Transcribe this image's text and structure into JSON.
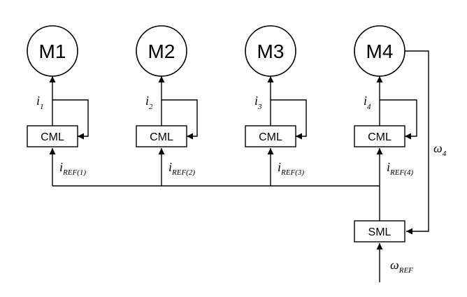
{
  "motors": [
    {
      "label": "M1",
      "current": {
        "symbol": "i",
        "sub": "1"
      },
      "controller": "CML",
      "reference": {
        "symbol": "i",
        "sub": "REF(1)"
      }
    },
    {
      "label": "M2",
      "current": {
        "symbol": "i",
        "sub": "2"
      },
      "controller": "CML",
      "reference": {
        "symbol": "i",
        "sub": "REF(2)"
      }
    },
    {
      "label": "M3",
      "current": {
        "symbol": "i",
        "sub": "3"
      },
      "controller": "CML",
      "reference": {
        "symbol": "i",
        "sub": "REF(3)"
      }
    },
    {
      "label": "M4",
      "current": {
        "symbol": "i",
        "sub": "4"
      },
      "controller": "CML",
      "reference": {
        "symbol": "i",
        "sub": "REF(4)"
      }
    }
  ],
  "speed_controller": {
    "label": "SML"
  },
  "speed_feedback": {
    "symbol": "ω",
    "sub": "4"
  },
  "speed_reference": {
    "symbol": "ω",
    "sub": "REF"
  }
}
